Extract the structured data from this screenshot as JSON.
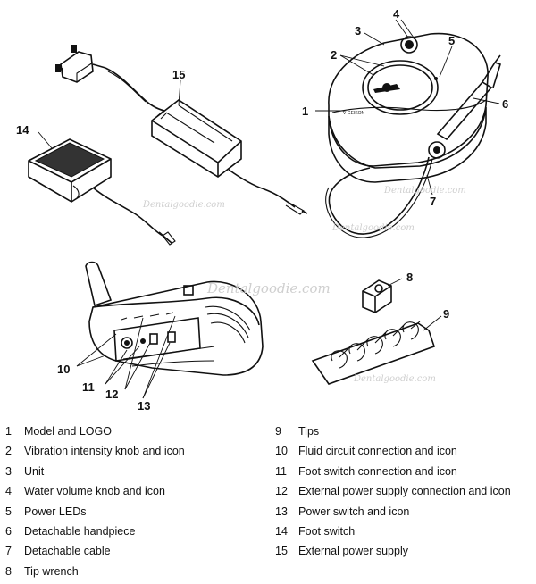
{
  "callouts": [
    "1",
    "2",
    "3",
    "4",
    "5",
    "6",
    "7",
    "8",
    "9",
    "10",
    "11",
    "12",
    "13",
    "14",
    "15"
  ],
  "watermarks": [
    "Dentalgoodie.com",
    "Dentalgoodie.com",
    "Dentalgoodie.com",
    "Dentalgoodie.com",
    "Dentalgoodie.com"
  ],
  "legend_left": [
    {
      "num": "1",
      "label": "Model and LOGO"
    },
    {
      "num": "2",
      "label": "Vibration intensity knob and icon"
    },
    {
      "num": "3",
      "label": "Unit"
    },
    {
      "num": "4",
      "label": "Water volume knob and icon"
    },
    {
      "num": "5",
      "label": "Power LEDs"
    },
    {
      "num": "6",
      "label": "Detachable handpiece"
    },
    {
      "num": "7",
      "label": "Detachable cable"
    },
    {
      "num": "8",
      "label": "Tip wrench"
    }
  ],
  "legend_right": [
    {
      "num": "9",
      "label": "Tips"
    },
    {
      "num": "10",
      "label": "Fluid circuit connection and icon"
    },
    {
      "num": "11",
      "label": "Foot switch connection and icon"
    },
    {
      "num": "12",
      "label": "External power supply connection and icon"
    },
    {
      "num": "13",
      "label": "Power switch and icon"
    },
    {
      "num": "14",
      "label": "Foot switch"
    },
    {
      "num": "15",
      "label": "External power supply"
    }
  ],
  "colors": {
    "line": "#111111",
    "watermark": "#cfcfcf",
    "pedal_top": "#333333",
    "background": "#ffffff"
  }
}
